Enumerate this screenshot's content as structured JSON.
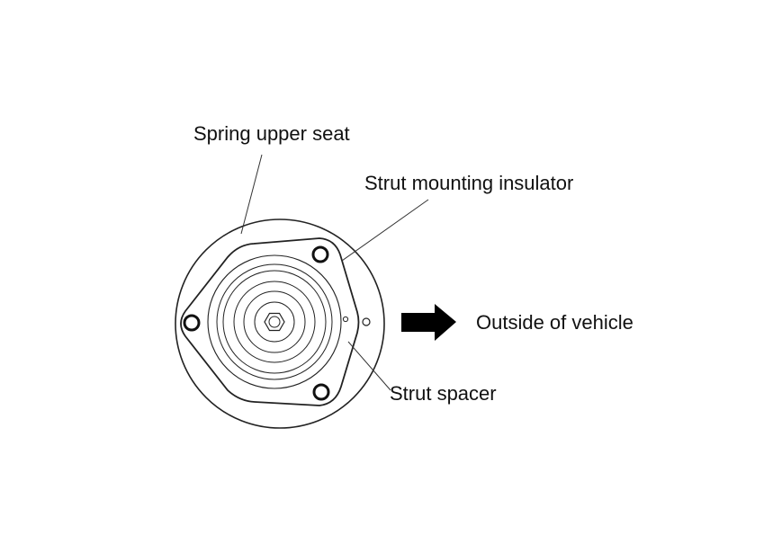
{
  "labels": {
    "spring_upper_seat": "Spring upper seat",
    "strut_mounting_insulator": "Strut mounting insulator",
    "strut_spacer": "Strut spacer",
    "outside_of_vehicle": "Outside of vehicle"
  },
  "colors": {
    "line": "#222222",
    "arrow": "#000000",
    "text": "#111111",
    "background": "#ffffff"
  },
  "icons": {
    "direction_arrow": "arrow-right-icon",
    "mounting_hole": "bolt-hole-icon",
    "center_nut": "hex-nut-icon"
  }
}
